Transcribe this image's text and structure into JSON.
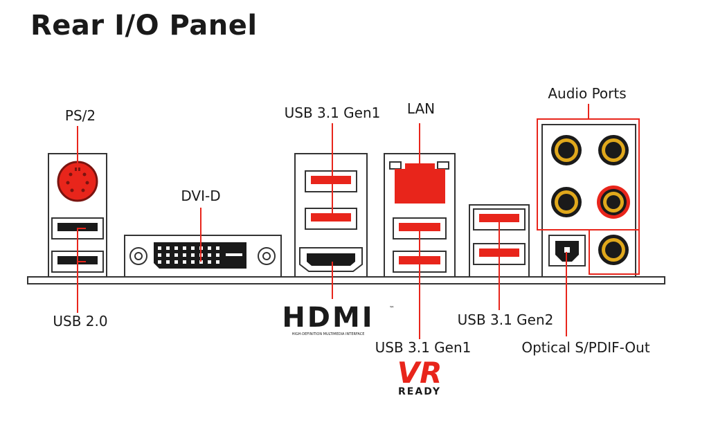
{
  "title": "Rear I/O Panel",
  "labels": {
    "ps2": "PS/2",
    "usb20": "USB 2.0",
    "dvid": "DVI-D",
    "usb31gen1_top": "USB 3.1 Gen1",
    "lan": "LAN",
    "audio": "Audio Ports",
    "usb31gen1_bottom": "USB 3.1 Gen1",
    "usb31gen2": "USB 3.1 Gen2",
    "optical": "Optical S/PDIF-Out"
  },
  "logos": {
    "hdmi": "HDMI",
    "hdmi_sub": "HIGH-DEFINITION MULTIMEDIA INTERFACE",
    "hdmi_tm": "™",
    "vr": "VR",
    "vr_sub": "READY"
  },
  "colors": {
    "accent": "#e8251b",
    "port_fill": "#e8251b",
    "outline": "#333333",
    "audio_gold": "#e0a81c",
    "audio_dark": "#1a1a1a"
  }
}
